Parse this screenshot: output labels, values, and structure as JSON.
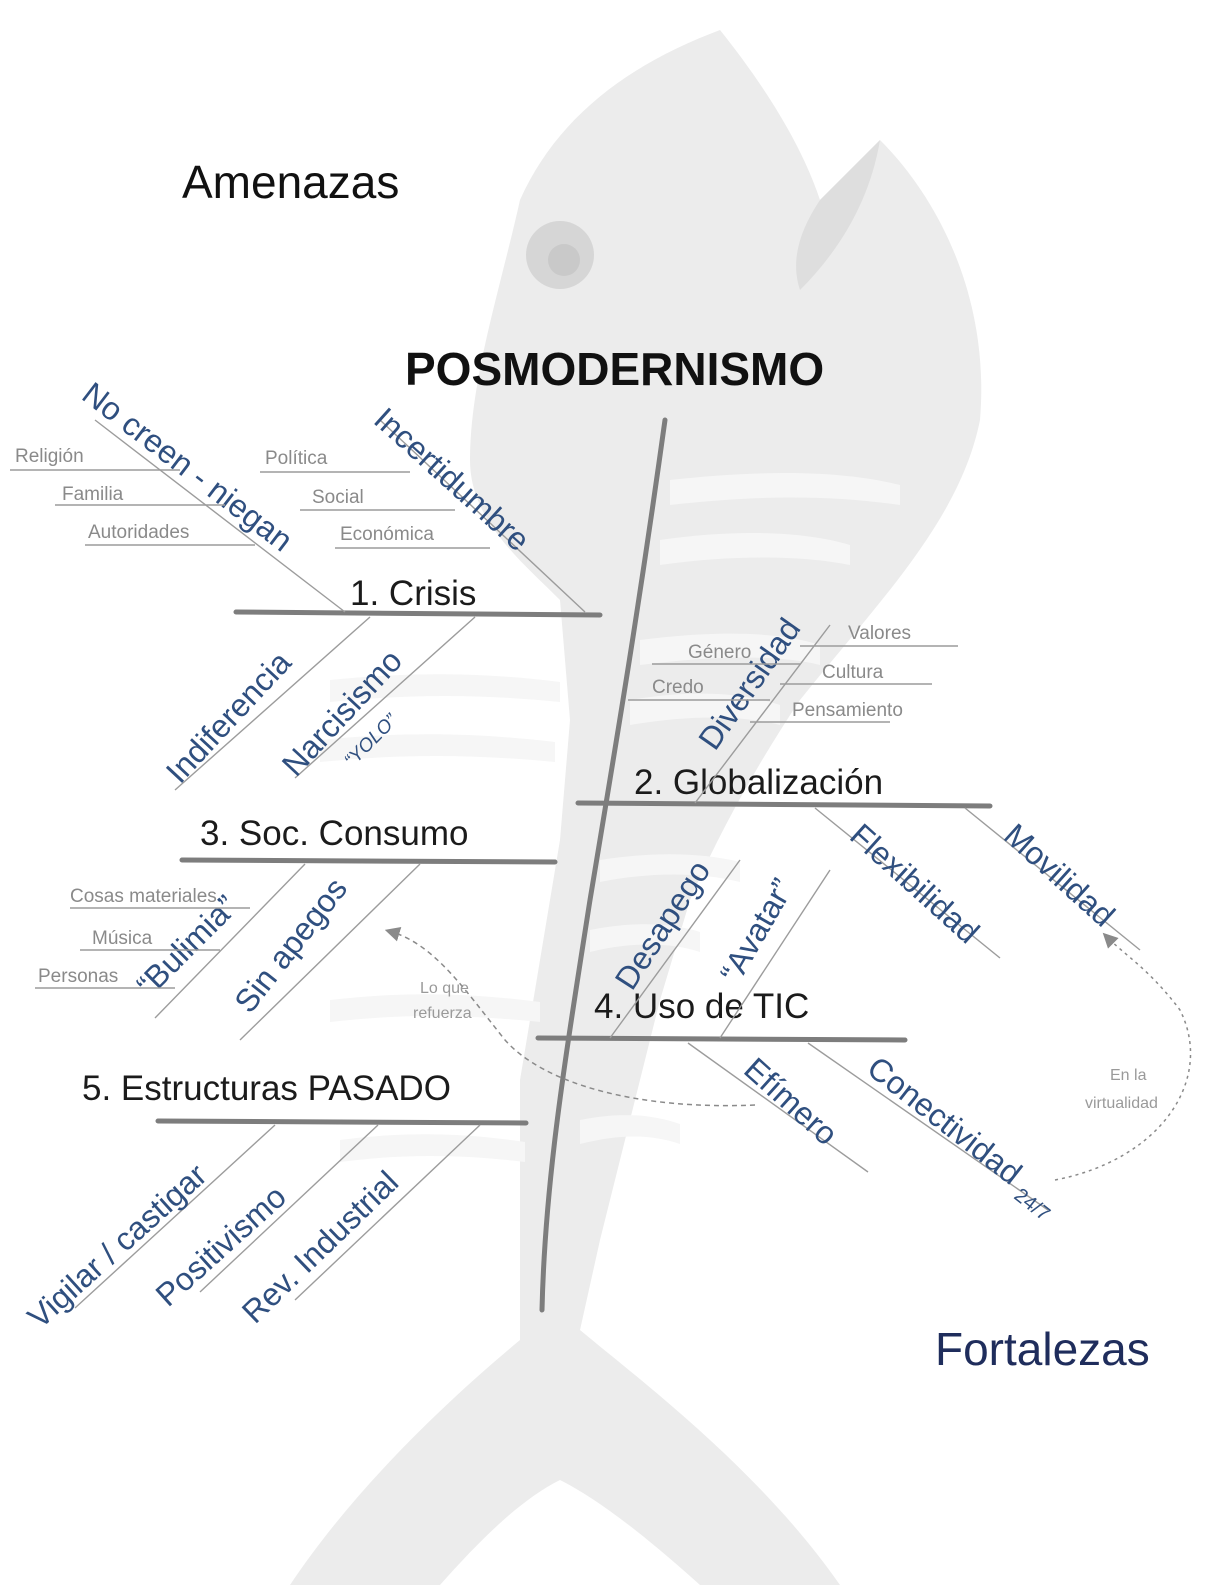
{
  "diagram": {
    "heading_top": "Amenazas",
    "heading_bottom": "Fortalezas",
    "title": "POSMODERNISMO",
    "categories": [
      "1. Crisis",
      "2. Globalización",
      "3. Soc. Consumo",
      "4. Uso de TIC",
      "5. Estructuras PASADO"
    ],
    "crisis": {
      "causes": [
        "No creen - niegan",
        "Incertidumbre",
        "Indiferencia",
        "Narcisismo"
      ],
      "niegan_items": [
        "Religión",
        "Familia",
        "Autoridades"
      ],
      "incertidumbre_items": [
        "Política",
        "Social",
        "Económica"
      ],
      "narcisismo_note": "“YOLO”"
    },
    "globalizacion": {
      "causes": [
        "Diversidad",
        "Flexibilidad",
        "Movilidad"
      ],
      "diversidad_items": [
        "Valores",
        "Género",
        "Cultura",
        "Credo",
        "Pensamiento"
      ]
    },
    "consumo": {
      "causes": [
        "“Bulimia”",
        "Sin apegos"
      ],
      "bulimia_items": [
        "Cosas materiales",
        "Música",
        "Personas"
      ]
    },
    "tic": {
      "causes": [
        "Desapego",
        "“Avatar”",
        "Efímero",
        "Conectividad"
      ],
      "conectividad_suffix": "24/7"
    },
    "pasado": {
      "causes": [
        "Vigilar / castigar",
        "Positivismo",
        "Rev. Industrial"
      ]
    },
    "notes": {
      "refuerza_line1": "Lo que",
      "refuerza_line2": "refuerza",
      "virtualidad_line1": "En la",
      "virtualidad_line2": "virtualidad"
    }
  }
}
